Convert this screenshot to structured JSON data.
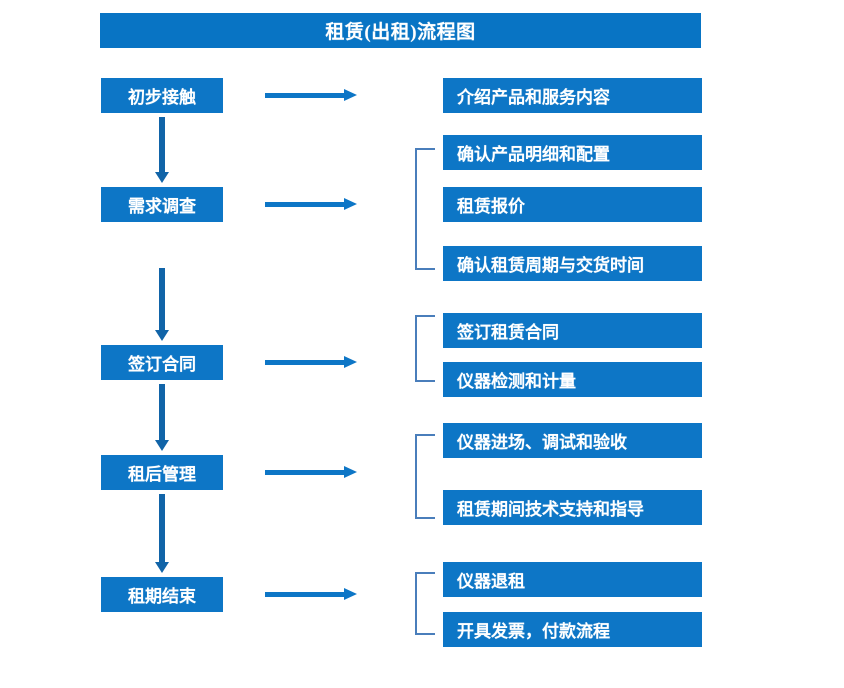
{
  "page": {
    "title": "租赁(出租)流程图",
    "background": "#ffffff",
    "box_color": "#0d76c6",
    "title_bar_color": "#0874c4",
    "arrow_color": "#1164a8",
    "bracket_color": "#4a7ebb",
    "text_color": "#ffffff"
  },
  "stages": [
    {
      "label": "初步接触"
    },
    {
      "label": "需求调查"
    },
    {
      "label": "签订合同"
    },
    {
      "label": "租后管理"
    },
    {
      "label": "租期结束"
    }
  ],
  "details": [
    {
      "label": "介绍产品和服务内容"
    },
    {
      "label": "确认产品明细和配置"
    },
    {
      "label": "租赁报价"
    },
    {
      "label": "确认租赁周期与交货时间"
    },
    {
      "label": "签订租赁合同"
    },
    {
      "label": "仪器检测和计量"
    },
    {
      "label": "仪器进场、调试和验收"
    },
    {
      "label": "租赁期间技术支持和指导"
    },
    {
      "label": "仪器退租"
    },
    {
      "label": "开具发票，付款流程"
    }
  ]
}
